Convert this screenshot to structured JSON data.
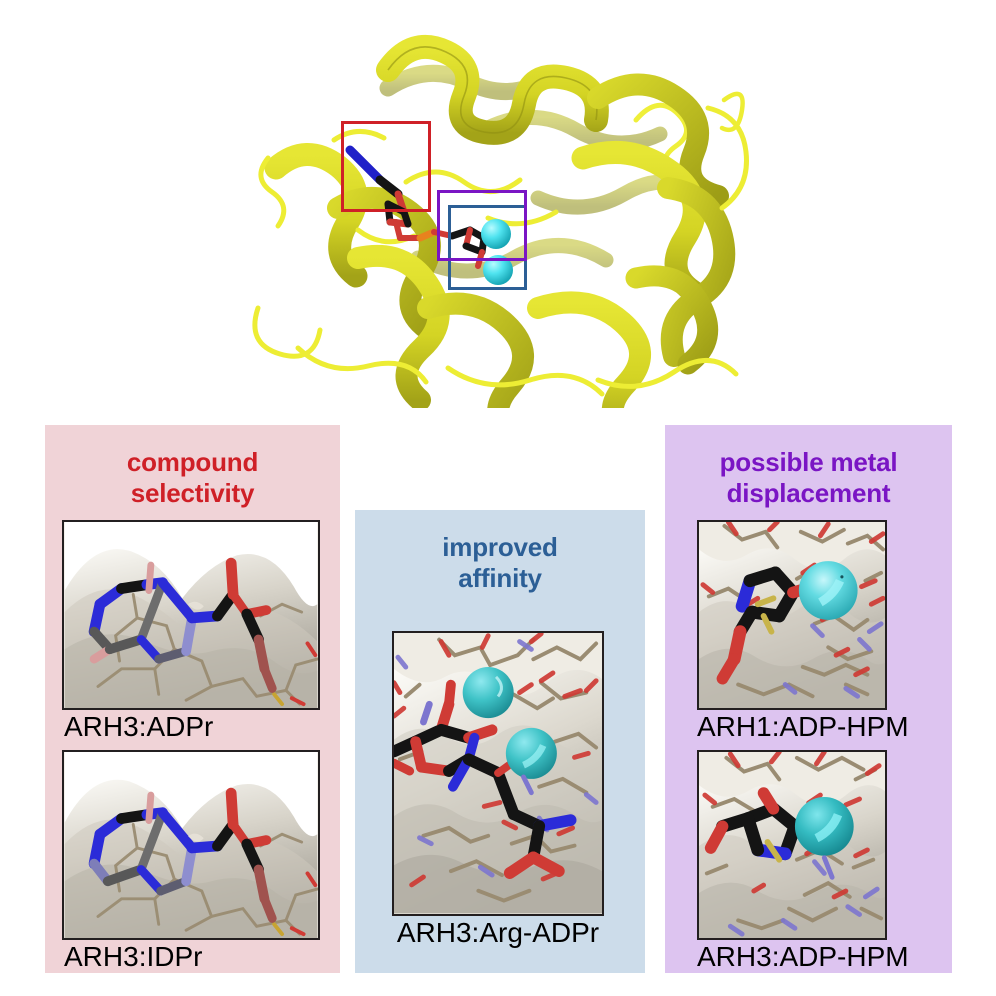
{
  "figure": {
    "overview": {
      "name": "protein-ribbon-overview",
      "description": "ARH3 cartoon ribbon structure with bound ligand and two metal ions",
      "ribbon_color": "#d6d629",
      "ribbon_shadow_color": "#9a9a18",
      "ligand_carbon_color": "#111111",
      "ligand_oxygen_color": "#c0392b",
      "ligand_nitrogen_color": "#2020c8",
      "ligand_phosphorus_color": "#e8821e",
      "metal_ion_color": "#43e0ec",
      "boxes": [
        {
          "name": "red-highlight-box",
          "color": "#cf2027"
        },
        {
          "name": "purple-highlight-box",
          "color": "#7a15c4"
        },
        {
          "name": "blue-highlight-box",
          "color": "#2c5f96"
        }
      ]
    },
    "panels": [
      {
        "id": "left",
        "title": "compound\nselectivity",
        "title_line1": "compound",
        "title_line2": "selectivity",
        "accent_color": "#cf2027",
        "background_color": "#f0d3d7",
        "shots": [
          {
            "label": "ARH3:ADPr",
            "name": "structure-shot-arh3-adpr"
          },
          {
            "label": "ARH3:IDPr",
            "name": "structure-shot-arh3-idpr"
          }
        ]
      },
      {
        "id": "middle",
        "title": "improved\naffinity",
        "title_line1": "improved",
        "title_line2": "affinity",
        "accent_color": "#2c5f96",
        "background_color": "#ccdcea",
        "shots": [
          {
            "label": "ARH3:Arg-ADPr",
            "name": "structure-shot-arh3-arg-adpr"
          }
        ]
      },
      {
        "id": "right",
        "title": "possible metal\ndisplacement",
        "title_line1": "possible metal",
        "title_line2": "displacement",
        "accent_color": "#7a15c4",
        "background_color": "#ddc4f0",
        "shots": [
          {
            "label": "ARH1:ADP-HPM",
            "name": "structure-shot-arh1-adp-hpm"
          },
          {
            "label": "ARH3:ADP-HPM",
            "name": "structure-shot-arh3-adp-hpm"
          }
        ]
      }
    ],
    "palette": {
      "surface_light": "#f3efe6",
      "surface_mid": "#cfc9bd",
      "surface_dark": "#8e8a81",
      "residue_stick": "#9a8c72",
      "ligand_carbon": "#141414",
      "oxygen_red": "#cf3b35",
      "nitrogen_blue": "#2b2bd8",
      "sulfur_yellow": "#c8b44a",
      "metal_cyan": "#3fbfc0"
    }
  }
}
